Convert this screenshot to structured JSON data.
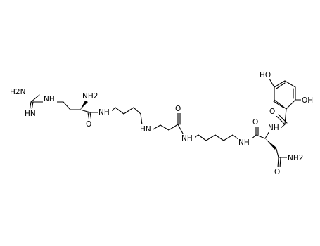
{
  "molecule": {
    "labels": {
      "guanidine_nh2": "H2N",
      "guanidine_nh": "NH",
      "imine": "HN",
      "alpha_nh2": "NH2",
      "amide_nh_1": "NH",
      "sec_amine": "HN",
      "amide_nh_2": "NH",
      "amide_nh_3": "NH",
      "amide_nh_4": "NH",
      "amide_o_1": "O",
      "amide_o_2": "O",
      "amide_o_3": "O",
      "amide_o_4": "O",
      "amide_o_5": "O",
      "terminal_nh2": "NH2",
      "phenol_oh_1": "HO",
      "phenol_oh_2": "OH"
    }
  }
}
